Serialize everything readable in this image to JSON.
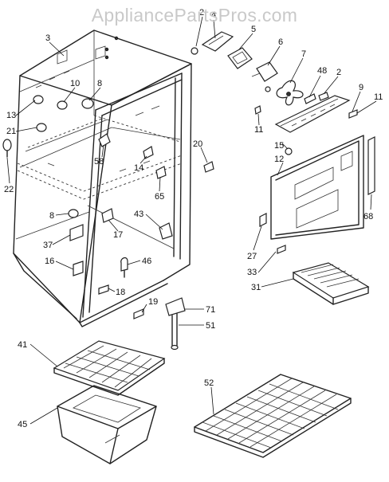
{
  "watermark": "AppliancePartsPros.com",
  "callouts": [
    {
      "id": "c2a",
      "text": "2"
    },
    {
      "id": "c4",
      "text": "4"
    },
    {
      "id": "c5",
      "text": "5"
    },
    {
      "id": "c6",
      "text": "6"
    },
    {
      "id": "c7",
      "text": "7"
    },
    {
      "id": "c48",
      "text": "48"
    },
    {
      "id": "c2b",
      "text": "2"
    },
    {
      "id": "c9",
      "text": "9"
    },
    {
      "id": "c11a",
      "text": "11"
    },
    {
      "id": "c11b",
      "text": "11"
    },
    {
      "id": "c3",
      "text": "3"
    },
    {
      "id": "c10",
      "text": "10"
    },
    {
      "id": "c8a",
      "text": "8"
    },
    {
      "id": "c13",
      "text": "13"
    },
    {
      "id": "c21",
      "text": "21"
    },
    {
      "id": "c22",
      "text": "22"
    },
    {
      "id": "c58",
      "text": "58"
    },
    {
      "id": "c14",
      "text": "14"
    },
    {
      "id": "c20",
      "text": "20"
    },
    {
      "id": "c65",
      "text": "65"
    },
    {
      "id": "c15",
      "text": "15"
    },
    {
      "id": "c12",
      "text": "12"
    },
    {
      "id": "c68",
      "text": "68"
    },
    {
      "id": "c8b",
      "text": "8"
    },
    {
      "id": "c43",
      "text": "43"
    },
    {
      "id": "c37",
      "text": "37"
    },
    {
      "id": "c17",
      "text": "17"
    },
    {
      "id": "c16",
      "text": "16"
    },
    {
      "id": "c46",
      "text": "46"
    },
    {
      "id": "c27",
      "text": "27"
    },
    {
      "id": "c33",
      "text": "33"
    },
    {
      "id": "c31",
      "text": "31"
    },
    {
      "id": "c18",
      "text": "18"
    },
    {
      "id": "c19",
      "text": "19"
    },
    {
      "id": "c71",
      "text": "71"
    },
    {
      "id": "c51",
      "text": "51"
    },
    {
      "id": "c41",
      "text": "41"
    },
    {
      "id": "c52",
      "text": "52"
    },
    {
      "id": "c45",
      "text": "45"
    }
  ]
}
